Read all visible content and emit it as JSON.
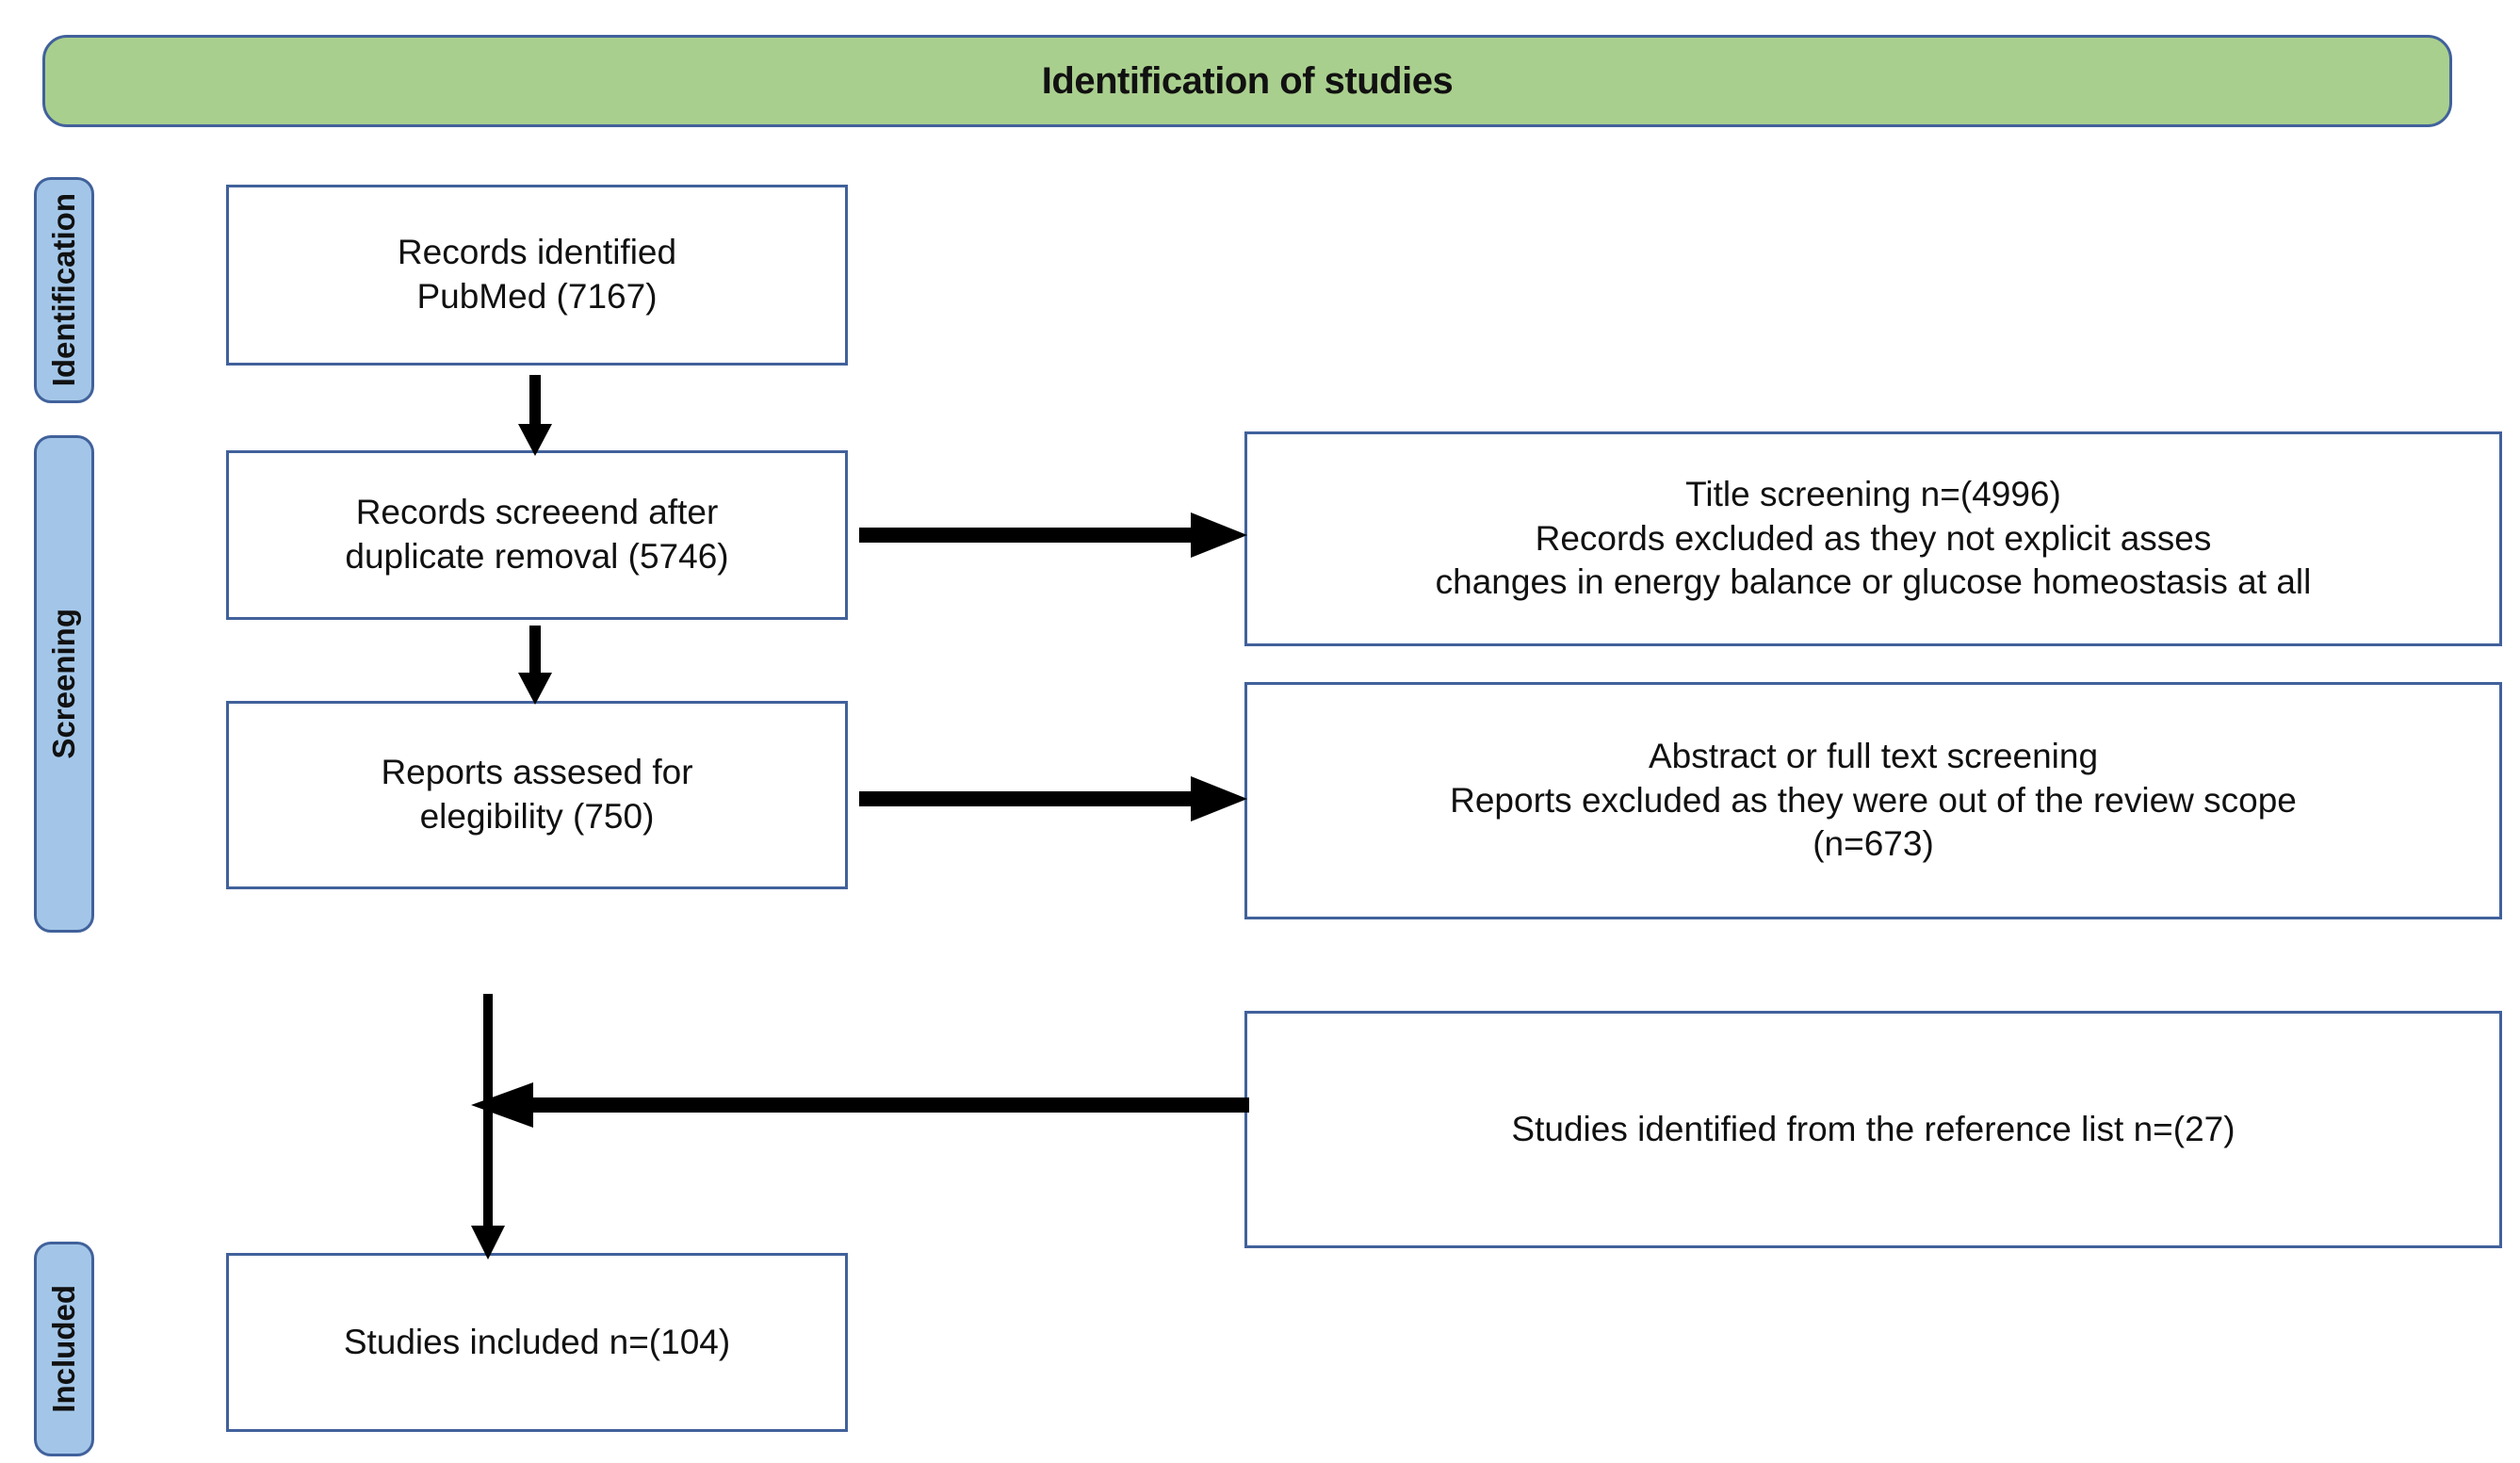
{
  "banner": {
    "label": "Identification of studies",
    "fill_color": "#A9CF8E",
    "border_color": "#41619B"
  },
  "stages": [
    {
      "key": "identification",
      "label": "Identification"
    },
    {
      "key": "screening",
      "label": "Screening"
    },
    {
      "key": "included",
      "label": "Included"
    }
  ],
  "stage_bar_color": "#A3C6E8",
  "box_border_color": "#41619B",
  "flow_boxes": {
    "records_identified": "Records identified\nPubMed (7167)",
    "records_screened": "Records screeend after\nduplicate removal (5746)",
    "reports_assessed": "Reports assesed for\nelegibility (750)",
    "studies_included": "Studies included n=(104)",
    "title_excluded": "Title screening n=(4996)\nRecords excluded as they not explicit asses\nchanges in energy balance or glucose homeostasis at all",
    "fulltext_excluded": "Abstract or full text screening\nReports excluded as they were out of the review scope\n(n=673)",
    "reference_list": "Studies identified from the reference list n=(27)"
  },
  "chart_data": {
    "type": "diagram",
    "title": "Identification of studies",
    "diagram_kind": "PRISMA flow diagram",
    "stages": [
      "Identification",
      "Screening",
      "Included"
    ],
    "nodes": [
      {
        "id": "records_identified",
        "stage": "Identification",
        "label": "Records identified PubMed (7167)",
        "n": 7167,
        "source": "PubMed"
      },
      {
        "id": "records_screened",
        "stage": "Screening",
        "label": "Records screeend after duplicate removal (5746)",
        "n": 5746
      },
      {
        "id": "title_excluded",
        "stage": "Screening",
        "label": "Title screening n=(4996) Records excluded as they not explicit asses changes in energy balance or glucose homeostasis at all",
        "n": 4996,
        "kind": "excluded"
      },
      {
        "id": "reports_assessed",
        "stage": "Screening",
        "label": "Reports assesed for elegibility (750)",
        "n": 750
      },
      {
        "id": "fulltext_excluded",
        "stage": "Screening",
        "label": "Abstract or full text screening Reports excluded as they were out of the review scope (n=673)",
        "n": 673,
        "kind": "excluded"
      },
      {
        "id": "reference_list",
        "stage": "Included",
        "label": "Studies identified from the reference list n=(27)",
        "n": 27,
        "kind": "additional"
      },
      {
        "id": "studies_included",
        "stage": "Included",
        "label": "Studies included n=(104)",
        "n": 104
      }
    ],
    "edges": [
      {
        "from": "records_identified",
        "to": "records_screened",
        "direction": "down"
      },
      {
        "from": "records_screened",
        "to": "title_excluded",
        "direction": "right"
      },
      {
        "from": "records_screened",
        "to": "reports_assessed",
        "direction": "down"
      },
      {
        "from": "reports_assessed",
        "to": "fulltext_excluded",
        "direction": "right"
      },
      {
        "from": "reports_assessed",
        "to": "studies_included",
        "direction": "down"
      },
      {
        "from": "reference_list",
        "to": "studies_included",
        "direction": "left"
      }
    ]
  }
}
